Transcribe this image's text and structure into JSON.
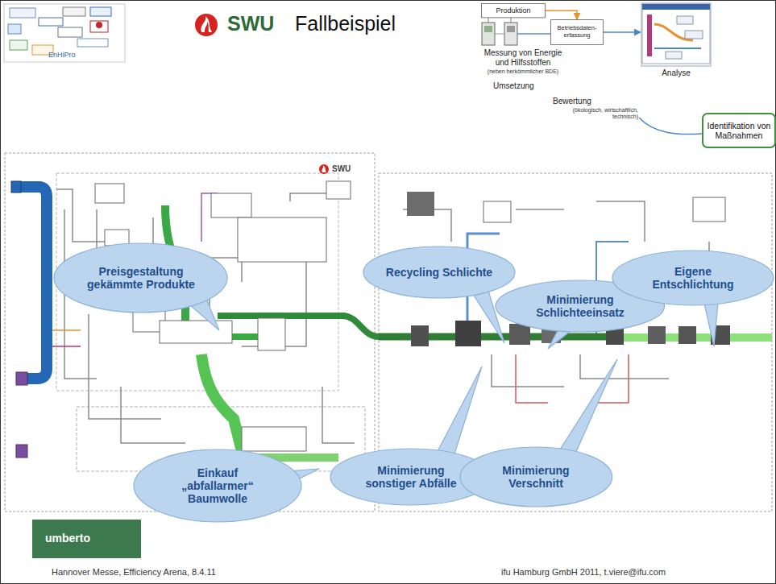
{
  "diagram": {
    "title": "Fallbeispiel",
    "nodes": [
      {
        "text": [
          "Produktion"
        ]
      },
      {
        "text": [
          "Betriebsdaten-erfassung"
        ]
      },
      {
        "text": [
          "Analyse"
        ]
      },
      {
        "text": [
          "Identifikation von Maßnahmen"
        ]
      },
      {
        "text": [
          "Preisgestaltung gekämmte Produkte"
        ]
      },
      {
        "text": [
          "Recycling Schlichte"
        ]
      },
      {
        "text": [
          "Minimierung Schlichteeinsatz"
        ]
      },
      {
        "text": [
          "Eigene Entschlichtung"
        ]
      },
      {
        "text": [
          "Minimierung sonstiger Abfälle"
        ]
      },
      {
        "text": [
          "Minimierung Verschnitt"
        ]
      },
      {
        "text": [
          "Einkauf „abfallarmer“ Baumwolle"
        ]
      }
    ],
    "edges": [
      {
        "from": 0,
        "to": 1,
        "arrow": "to"
      },
      {
        "from": 1,
        "to": 2,
        "arrow": "to"
      }
    ],
    "labels": [
      "SWU",
      "EnHiPro",
      "Messung von Energie und Hilfsstoffen",
      "(neben herkömmlicher BDE)",
      "Umsetzung",
      "Bewertung",
      "(ökologisch, wirtschaftlich, technisch)",
      "SWU",
      "umberto",
      "Hannover Messe, Efficiency Arena, 8.4.11",
      "ifu Hamburg GmbH 2011, t.viere@ifu.com"
    ]
  }
}
